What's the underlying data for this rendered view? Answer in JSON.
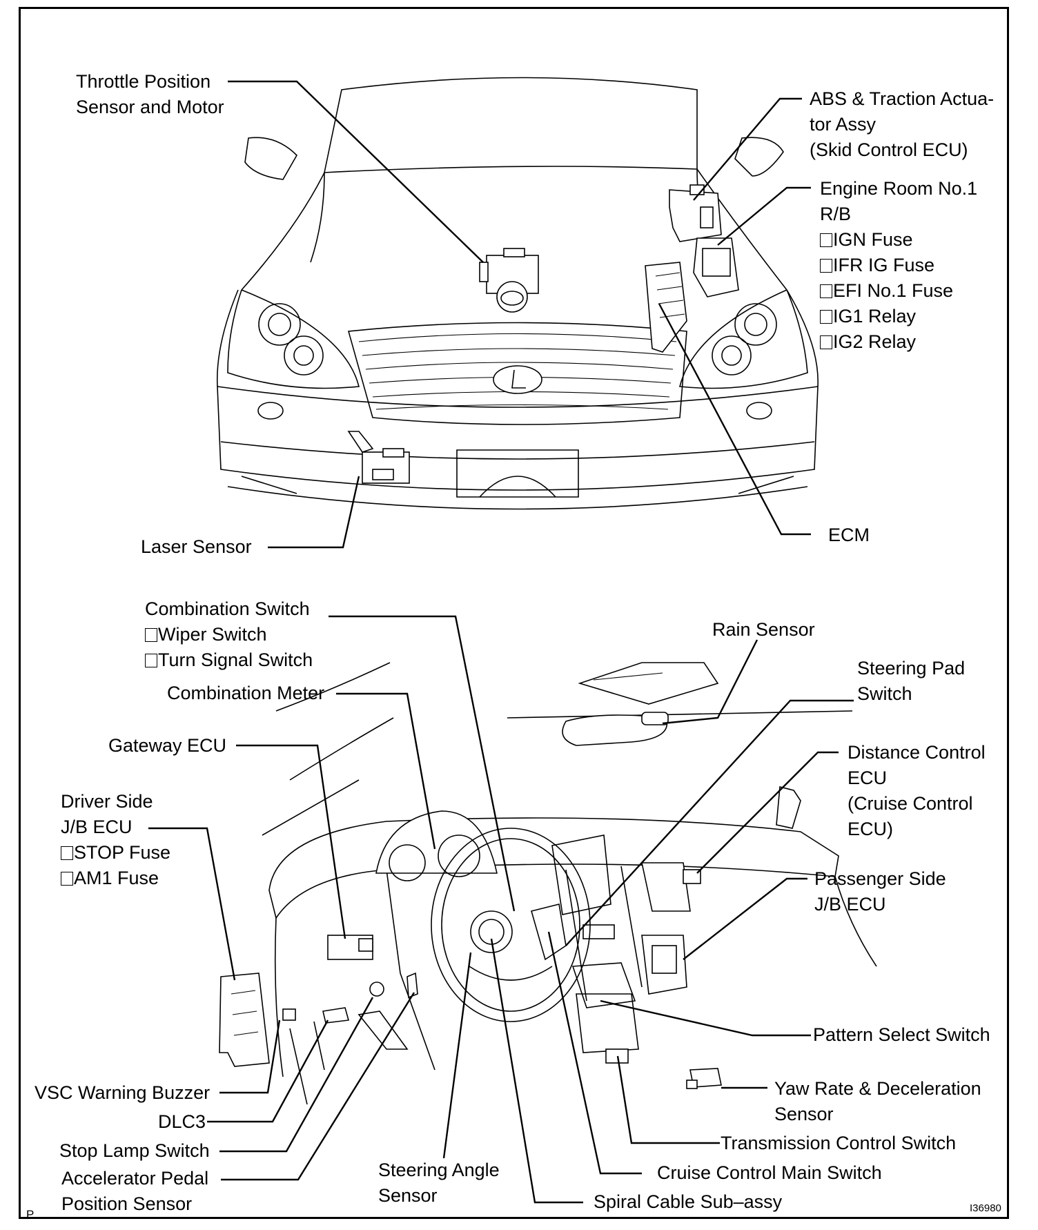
{
  "figure_code": "I36980",
  "page_mark": "P",
  "labels": {
    "throttle": [
      "Throttle Position",
      "Sensor and Motor"
    ],
    "abs": [
      "ABS & Traction Actua-",
      "tor Assy",
      "(Skid Control ECU)"
    ],
    "engine_room": [
      "Engine Room No.1",
      "R/B"
    ],
    "engine_room_items": [
      "IGN Fuse",
      "IFR IG Fuse",
      "EFI No.1 Fuse",
      "IG1 Relay",
      "IG2 Relay"
    ],
    "laser": "Laser Sensor",
    "ecm": "ECM",
    "combination_switch": "Combination Switch",
    "combination_switch_items": [
      "Wiper Switch",
      "Turn Signal Switch"
    ],
    "combination_meter": "Combination Meter",
    "rain_sensor": "Rain Sensor",
    "steering_pad": [
      "Steering Pad",
      "Switch"
    ],
    "gateway_ecu": "Gateway ECU",
    "distance_control": [
      "Distance Control",
      "ECU",
      "(Cruise Control",
      "ECU)"
    ],
    "driver_jb": [
      "Driver Side",
      "J/B ECU"
    ],
    "driver_jb_items": [
      "STOP Fuse",
      "AM1 Fuse"
    ],
    "passenger_jb": [
      "Passenger Side",
      "J/B ECU"
    ],
    "pattern_select": "Pattern Select Switch",
    "yaw_rate": [
      "Yaw Rate & Deceleration",
      "Sensor"
    ],
    "vsc_buzzer": "VSC Warning Buzzer",
    "dlc3": "DLC3",
    "stop_lamp": "Stop Lamp Switch",
    "accel_pedal": [
      "Accelerator Pedal",
      "Position Sensor"
    ],
    "steering_angle": [
      "Steering Angle",
      "Sensor"
    ],
    "transmission_control": "Transmission Control Switch",
    "cruise_main": "Cruise Control Main Switch",
    "spiral_cable": "Spiral Cable Sub–assy"
  }
}
